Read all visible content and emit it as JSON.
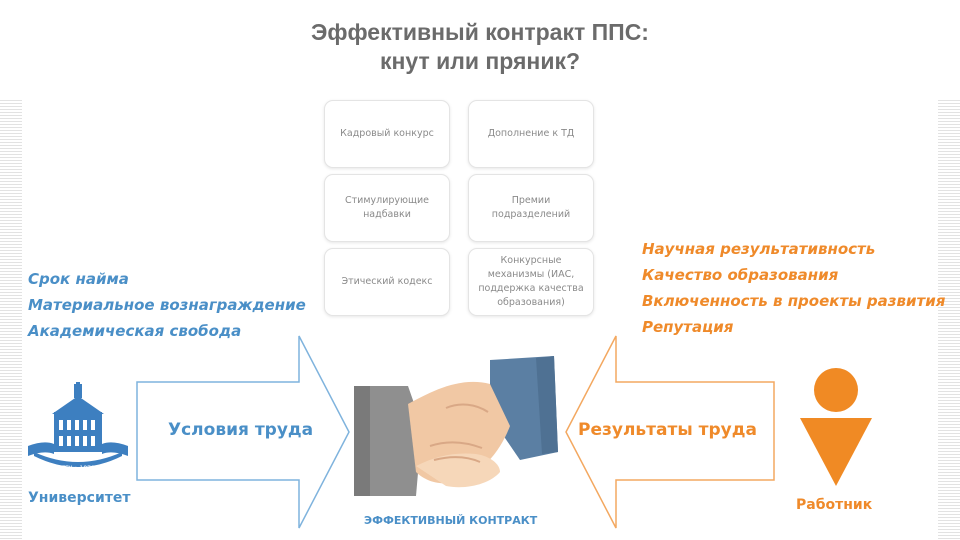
{
  "title": {
    "line1": "Эффективный контракт ППС:",
    "line2": "кнут или пряник?"
  },
  "boxes": [
    {
      "text": "Кадровый конкурс"
    },
    {
      "text": "Дополнение к ТД"
    },
    {
      "text": "Стимулирующие надбавки"
    },
    {
      "text": "Премии подразделений"
    },
    {
      "text": "Этический кодекс"
    },
    {
      "text": "Конкурсные механизмы (ИАС, поддержка качества образования)"
    }
  ],
  "left_list": [
    "Срок найма",
    "Материальное вознаграждение",
    "Академическая свобода"
  ],
  "right_list": [
    "Научная результативность",
    "Качество образования",
    "Включенность в проекты развития",
    "Репутация"
  ],
  "left_arrow_label": "Условия труда",
  "right_arrow_label": "Результаты труда",
  "university_label": "Университет",
  "worker_label": "Работник",
  "contract_label": "ЭФФЕКТИВНЫЙ КОНТРАКТ",
  "logo_text": "ТГУ • 1878",
  "colors": {
    "blue": "#4a8fc7",
    "orange": "#ef8a2a",
    "title_gray": "#6b6b6b"
  },
  "icons": {
    "university": "university-building-icon",
    "worker": "person-icon",
    "handshake": "handshake-icon"
  }
}
